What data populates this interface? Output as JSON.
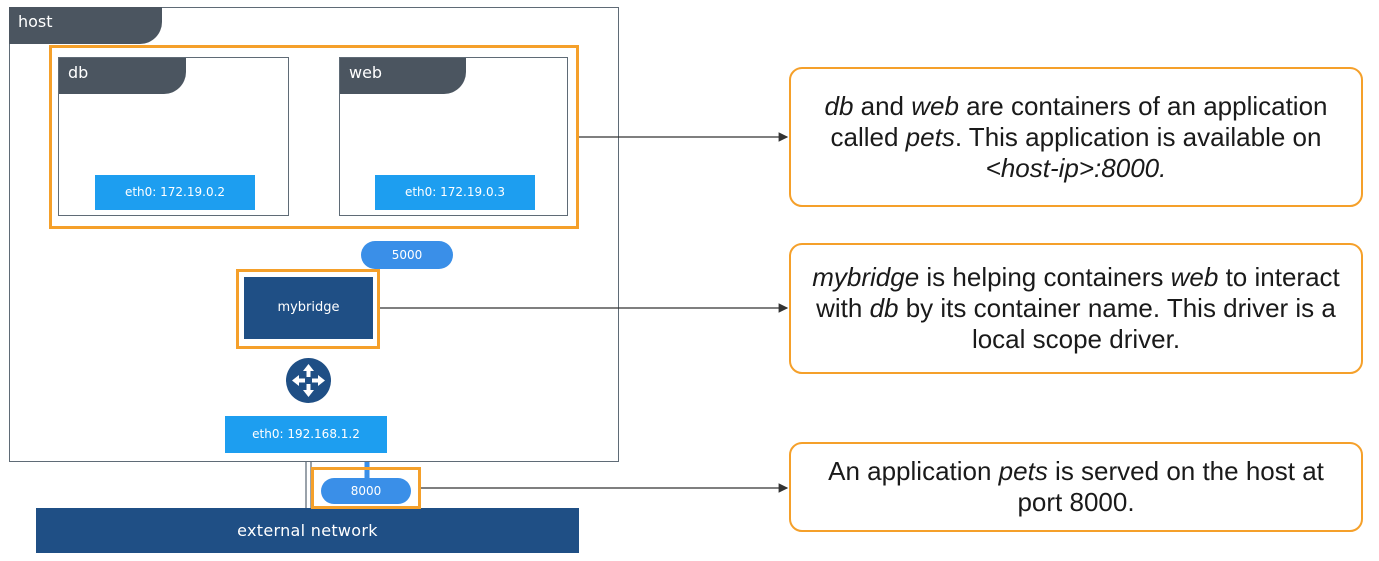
{
  "host": {
    "label": "host"
  },
  "containers": [
    {
      "name": "db",
      "iface": "eth0: 172.19.0.2"
    },
    {
      "name": "web",
      "iface": "eth0: 172.19.0.3",
      "port": "5000"
    }
  ],
  "bridge": {
    "label": "mybridge"
  },
  "host_iface": "eth0: 192.168.1.2",
  "host_port": "8000",
  "external_network": "external network",
  "colors": {
    "accent": "#f5a02a",
    "dark_blue": "#1f4f85",
    "light_blue": "#1d9ef0",
    "tab_gray": "#4b5560"
  },
  "callouts": [
    {
      "parts": [
        {
          "t": "db",
          "i": true
        },
        {
          "t": " and ",
          "i": false
        },
        {
          "t": "web",
          "i": true
        },
        {
          "t": " are containers of an application called ",
          "i": false
        },
        {
          "t": "pets",
          "i": true
        },
        {
          "t": ". This application is available on ",
          "i": false
        },
        {
          "t": "<host-ip>:8000.",
          "i": true
        }
      ]
    },
    {
      "parts": [
        {
          "t": "mybridge",
          "i": true
        },
        {
          "t": " is helping containers ",
          "i": false
        },
        {
          "t": "web",
          "i": true
        },
        {
          "t": " to interact with ",
          "i": false
        },
        {
          "t": "db",
          "i": true
        },
        {
          "t": " by its container name. This driver is a local scope driver.",
          "i": false
        }
      ]
    },
    {
      "parts": [
        {
          "t": "An application ",
          "i": false
        },
        {
          "t": "pets",
          "i": true
        },
        {
          "t": " is served on the host at port 8000.",
          "i": false
        }
      ]
    }
  ]
}
